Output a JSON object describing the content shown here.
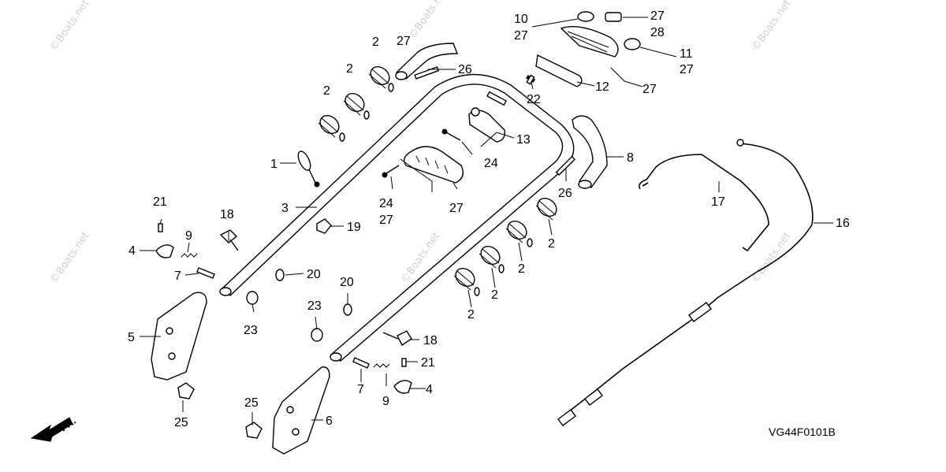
{
  "watermark": {
    "text": "©Boats.net"
  },
  "diagram_code": "VG44F0101B",
  "direction_label": "FR.",
  "callouts": {
    "c1": "1",
    "c2a": "2",
    "c2b": "2",
    "c2c": "2",
    "c2d": "2",
    "c2e": "2",
    "c2f": "2",
    "c2g": "2",
    "c3": "3",
    "c4a": "4",
    "c4b": "4",
    "c5": "5",
    "c6": "6",
    "c7a": "7",
    "c7b": "7",
    "c8": "8",
    "c9a": "9",
    "c9b": "9",
    "c10": "10",
    "c11": "11",
    "c12": "12",
    "c13": "13",
    "c16": "16",
    "c17": "17",
    "c18a": "18",
    "c18b": "18",
    "c19": "19",
    "c20a": "20",
    "c20b": "20",
    "c21a": "21",
    "c21b": "21",
    "c22": "22",
    "c23a": "23",
    "c23b": "23",
    "c24a": "24",
    "c24b": "24",
    "c25a": "25",
    "c25b": "25",
    "c26a": "26",
    "c26b": "26",
    "c27a": "27",
    "c27b": "27",
    "c27c": "27",
    "c27d": "27",
    "c27e": "27",
    "c27f": "27",
    "c27g": "27",
    "c28": "28"
  }
}
